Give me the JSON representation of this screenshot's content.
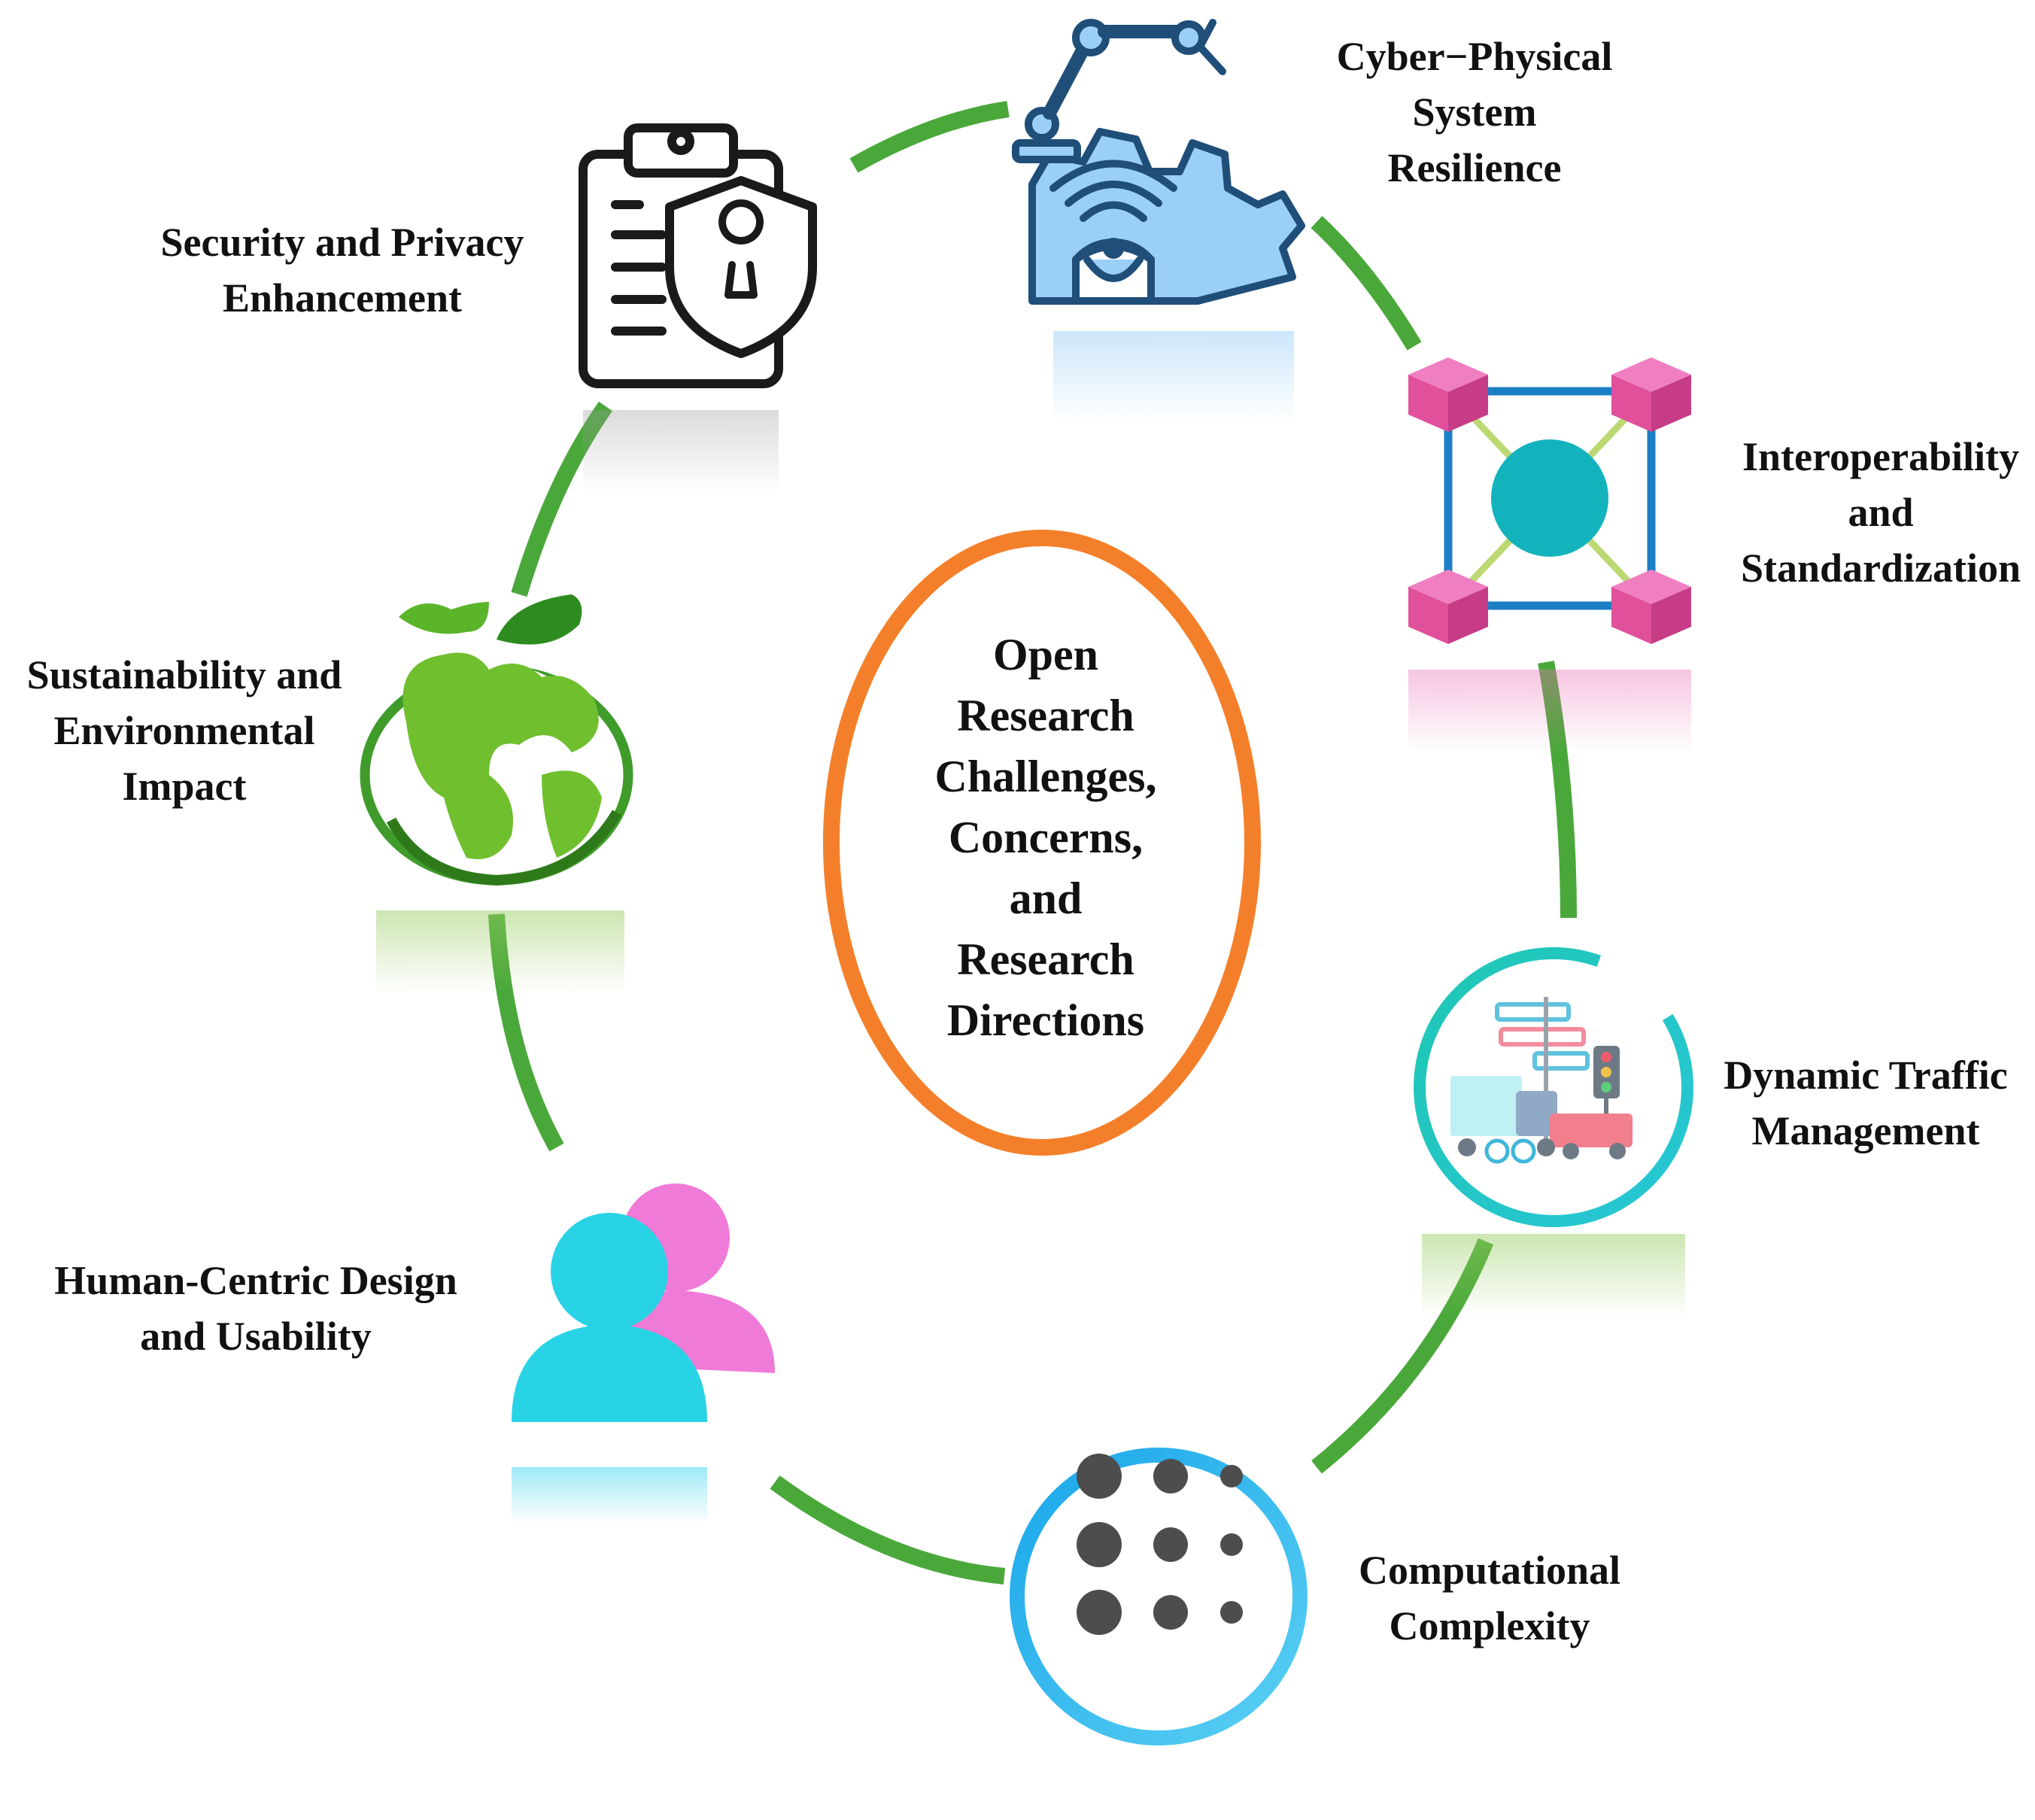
{
  "center": {
    "lines": [
      "Open",
      "Research",
      "Challenges,",
      "Concerns,",
      "and",
      "Research",
      "Directions"
    ],
    "ring_color": "#f47f2a"
  },
  "ring_color": "#4aa83a",
  "nodes": [
    {
      "id": "cyber-physical",
      "lines": [
        "Cyber−Physical",
        "System",
        "Resilience"
      ],
      "icon": "robotic-arm-gear-icon"
    },
    {
      "id": "interoperability",
      "lines": [
        "Interoperability",
        "and",
        "Standardization"
      ],
      "icon": "network-cubes-icon"
    },
    {
      "id": "dynamic-traffic",
      "lines": [
        "Dynamic Traffic",
        "Management"
      ],
      "icon": "traffic-vehicles-icon"
    },
    {
      "id": "computational",
      "lines": [
        "Computational",
        "Complexity"
      ],
      "icon": "dot-grid-icon"
    },
    {
      "id": "human-centric",
      "lines": [
        "Human-Centric Design",
        "and Usability"
      ],
      "icon": "users-icon"
    },
    {
      "id": "sustainability",
      "lines": [
        "Sustainability and",
        "Environmental",
        "Impact"
      ],
      "icon": "green-earth-icon"
    },
    {
      "id": "security",
      "lines": [
        "Security and Privacy",
        "Enhancement"
      ],
      "icon": "clipboard-shield-lock-icon"
    }
  ]
}
